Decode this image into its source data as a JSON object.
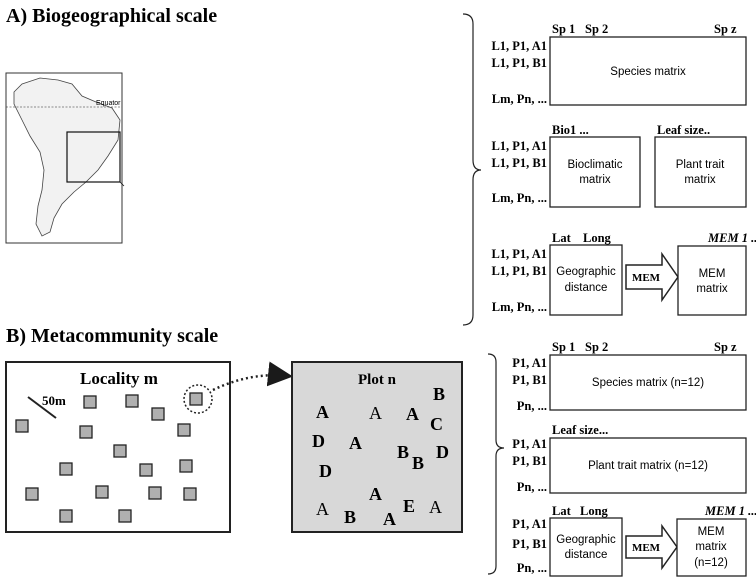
{
  "titles": {
    "a": "A) Biogeographical scale",
    "b": "B) Metacommunity scale"
  },
  "map": {
    "equator": "Equator"
  },
  "a": {
    "species": {
      "cols": [
        "Sp 1",
        "Sp 2",
        "Sp z"
      ],
      "rows": [
        "L1, P1, A1",
        "L1, P1, B1",
        "Lm, Pn, ..."
      ],
      "label": "Species matrix"
    },
    "env": {
      "cols": [
        "Bio1 ...",
        "Leaf size.."
      ],
      "rows": [
        "L1, P1, A1",
        "L1, P1, B1",
        "Lm, Pn, ..."
      ],
      "bio": [
        "Bioclimatic",
        "matrix"
      ],
      "trait": [
        "Plant trait",
        "matrix"
      ]
    },
    "geo": {
      "cols": [
        "Lat",
        "Long",
        "MEM 1 ..."
      ],
      "rows": [
        "L1, P1, A1",
        "L1, P1, B1",
        "Lm, Pn, ..."
      ],
      "geo": [
        "Geographic",
        "distance"
      ],
      "arrow": "MEM",
      "mem": [
        "MEM",
        "matrix"
      ]
    }
  },
  "b": {
    "locality": {
      "title": "Locality m",
      "scale": "50m"
    },
    "plot": {
      "title": "Plot n",
      "letters": [
        {
          "t": "B",
          "bold": true
        },
        {
          "t": "A",
          "bold": true
        },
        {
          "t": "A",
          "bold": false
        },
        {
          "t": "A",
          "bold": true
        },
        {
          "t": "C",
          "bold": true
        },
        {
          "t": "D",
          "bold": true
        },
        {
          "t": "A",
          "bold": true
        },
        {
          "t": "B",
          "bold": true
        },
        {
          "t": "B",
          "bold": true
        },
        {
          "t": "D",
          "bold": true
        },
        {
          "t": "D",
          "bold": true
        },
        {
          "t": "A",
          "bold": true
        },
        {
          "t": "A",
          "bold": false
        },
        {
          "t": "B",
          "bold": true
        },
        {
          "t": "A",
          "bold": true
        },
        {
          "t": "E",
          "bold": true
        },
        {
          "t": "A",
          "bold": false
        }
      ]
    },
    "species": {
      "cols": [
        "Sp 1",
        "Sp 2",
        "Sp z"
      ],
      "rows": [
        "P1, A1",
        "P1, B1",
        "Pn, ..."
      ],
      "label": "Species matrix (n=12)"
    },
    "trait": {
      "cols": [
        "Leaf size..."
      ],
      "rows": [
        "P1, A1",
        "P1, B1",
        "Pn, ..."
      ],
      "label": "Plant trait matrix (n=12)"
    },
    "geo": {
      "cols": [
        "Lat",
        "Long",
        "MEM 1 ..."
      ],
      "rows": [
        "P1, A1",
        "P1, B1",
        "Pn, ..."
      ],
      "geo": [
        "Geographic",
        "distance"
      ],
      "arrow": "MEM",
      "mem": [
        "MEM",
        "matrix",
        "(n=12)"
      ]
    }
  }
}
